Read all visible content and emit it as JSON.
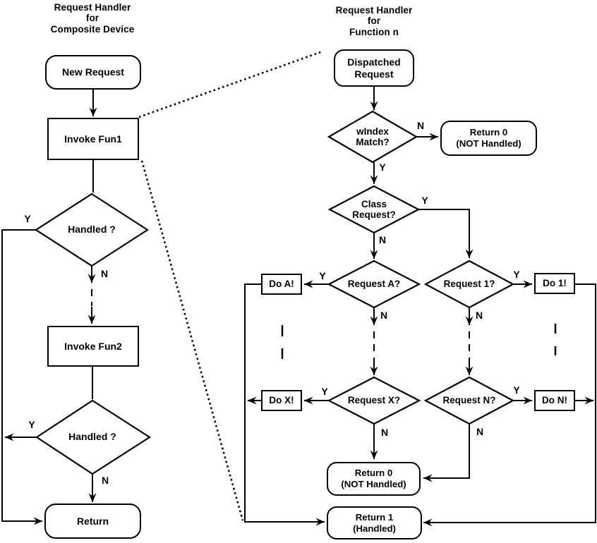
{
  "diagram_type": "flowchart",
  "colors": {
    "line": "#000000",
    "background": "#ffffff",
    "text": "#000000"
  },
  "left_chart": {
    "title_lines": [
      "Request Handler",
      "for",
      "Composite Device"
    ],
    "nodes": {
      "new_request": "New Request",
      "invoke_fun1": "Invoke Fun1",
      "handled_1": "Handled ?",
      "invoke_fun2": "Invoke Fun2",
      "handled_2": "Handled ?",
      "return": "Return"
    },
    "edge_labels": {
      "handled1_yes": "Y",
      "handled1_no": "N",
      "handled2_yes": "Y",
      "handled2_no": "N"
    }
  },
  "right_chart": {
    "title_lines": [
      "Request Handler",
      "for",
      "Function n"
    ],
    "nodes": {
      "dispatched_request": [
        "Dispatched",
        "Request"
      ],
      "windex_match": [
        "wIndex",
        "Match?"
      ],
      "return_0_top": [
        "Return 0",
        "(NOT Handled)"
      ],
      "class_request": [
        "Class",
        "Request?"
      ],
      "request_a": "Request A?",
      "request_1": "Request 1?",
      "do_a": "Do A!",
      "do_1": "Do 1!",
      "request_x": "Request X?",
      "request_n": "Request N?",
      "do_x": "Do X!",
      "do_n": "Do N!",
      "return_0_bottom": [
        "Return 0",
        "(NOT Handled)"
      ],
      "return_1": [
        "Return 1",
        "(Handled)"
      ]
    },
    "edge_labels": {
      "windex_no": "N",
      "windex_yes": "Y",
      "class_yes": "Y",
      "class_no": "N",
      "request_a_yes": "Y",
      "request_a_no": "N",
      "request_1_yes": "Y",
      "request_1_no": "N",
      "request_x_yes": "Y",
      "request_x_no": "N",
      "request_n_yes": "Y",
      "request_n_no": "N"
    }
  }
}
